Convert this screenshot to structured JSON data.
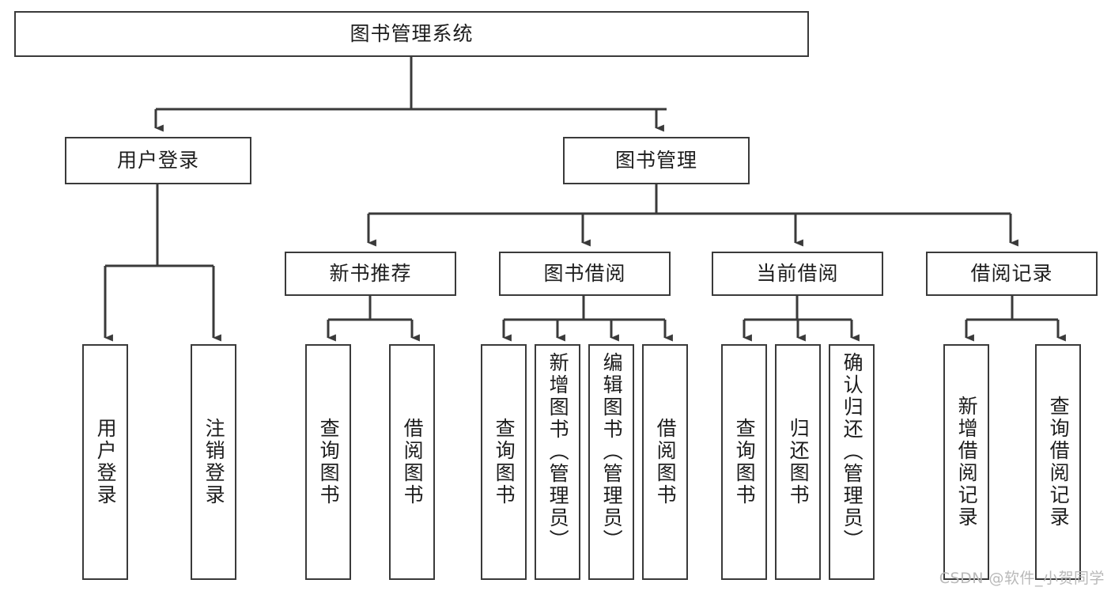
{
  "diagram": {
    "type": "tree-hierarchy",
    "root": {
      "id": "root",
      "label": "图书管理系统"
    },
    "level1": [
      {
        "id": "user-login",
        "label": "用户登录"
      },
      {
        "id": "book-manage",
        "label": "图书管理"
      }
    ],
    "level2": [
      {
        "id": "new-book-recommend",
        "label": "新书推荐",
        "parent": "book-manage"
      },
      {
        "id": "book-borrow",
        "label": "图书借阅",
        "parent": "book-manage"
      },
      {
        "id": "current-borrow",
        "label": "当前借阅",
        "parent": "book-manage"
      },
      {
        "id": "borrow-record",
        "label": "借阅记录",
        "parent": "book-manage"
      }
    ],
    "leaves": [
      {
        "id": "leaf-user-login",
        "label": "用户登录",
        "parent": "user-login"
      },
      {
        "id": "leaf-logout-login",
        "label": "注销登录",
        "parent": "user-login"
      },
      {
        "id": "leaf-query-book-1",
        "label": "查询图书",
        "parent": "new-book-recommend"
      },
      {
        "id": "leaf-borrow-book-1",
        "label": "借阅图书",
        "parent": "new-book-recommend"
      },
      {
        "id": "leaf-query-book-2",
        "label": "查询图书",
        "parent": "book-borrow"
      },
      {
        "id": "leaf-add-book",
        "label": "新增图书（管理员）",
        "parent": "book-borrow"
      },
      {
        "id": "leaf-edit-book",
        "label": "编辑图书（管理员）",
        "parent": "book-borrow"
      },
      {
        "id": "leaf-borrow-book-2",
        "label": "借阅图书",
        "parent": "book-borrow"
      },
      {
        "id": "leaf-query-book-3",
        "label": "查询图书",
        "parent": "current-borrow"
      },
      {
        "id": "leaf-return-book",
        "label": "归还图书",
        "parent": "current-borrow"
      },
      {
        "id": "leaf-confirm-return",
        "label": "确认归还（管理员）",
        "parent": "current-borrow"
      },
      {
        "id": "leaf-add-record",
        "label": "新增借阅记录",
        "parent": "borrow-record"
      },
      {
        "id": "leaf-query-record",
        "label": "查询借阅记录",
        "parent": "borrow-record"
      }
    ],
    "colors": {
      "stroke": "#3a3a3a",
      "text": "#1d1d1d",
      "background": "#ffffff",
      "watermark": "#b9b9b9"
    }
  },
  "watermark": {
    "text": "CSDN @软件_小贺同学"
  }
}
